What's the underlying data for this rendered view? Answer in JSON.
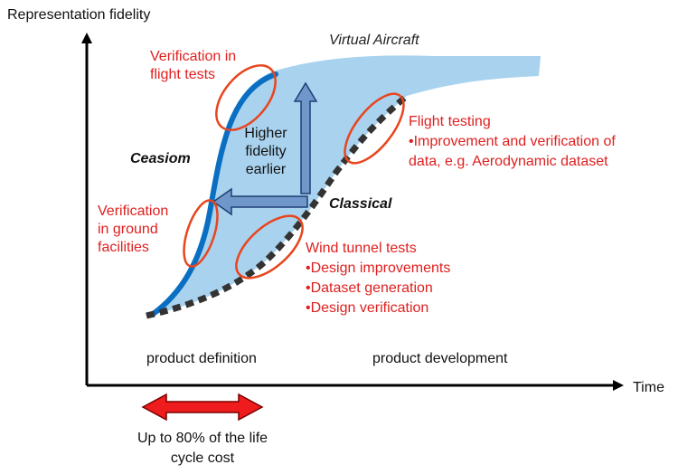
{
  "axes": {
    "y_label": "Representation fidelity",
    "x_label": "Time"
  },
  "region_label": "Virtual Aircraft",
  "curves": {
    "ceasiom": {
      "label": "Ceasiom",
      "color": "#0a6fc2"
    },
    "classical": {
      "label": "Classical",
      "color": "#333333"
    },
    "band_color": "#a9d2ee"
  },
  "arrows": {
    "up_label_lines": [
      "Higher",
      "fidelity",
      "earlier"
    ],
    "arrow_fill": "#6f97c9",
    "arrow_stroke": "#1f3f73"
  },
  "annotations": {
    "flight_verification": [
      "Verification in",
      "flight tests"
    ],
    "ground_verification": [
      "Verification",
      "in ground",
      "facilities"
    ],
    "flight_testing": [
      "Flight testing",
      "•Improvement and verification of",
      "data, e.g. Aerodynamic dataset"
    ],
    "wind_tunnel": [
      "Wind tunnel tests",
      "•Design improvements",
      "•Dataset generation",
      "•Design verification"
    ],
    "highlight_color": "#e8451e",
    "text_color": "#e02020"
  },
  "phases": {
    "definition": "product definition",
    "development": "product development"
  },
  "cost": {
    "lines": [
      "Up to 80% of the life",
      "cycle cost"
    ],
    "arrow_color": "#ee1c1c"
  }
}
